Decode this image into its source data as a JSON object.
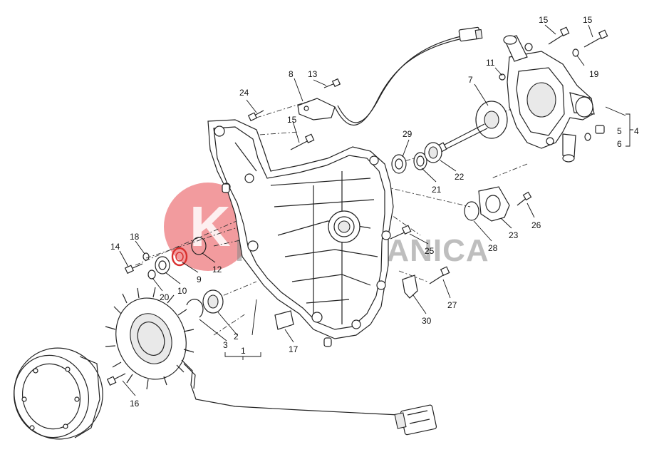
{
  "diagram": {
    "watermark": {
      "text": "KIAMECCANICA",
      "logo_letter": "K",
      "circle_color": "#e8484f",
      "text_color": "#8a8a8a"
    },
    "callouts": {
      "c1": "1",
      "c2": "2",
      "c3": "3",
      "c4": "4",
      "c5": "5",
      "c6": "6",
      "c7": "7",
      "c8": "8",
      "c9": "9",
      "c10": "10",
      "c11": "11",
      "c12": "12",
      "c13": "13",
      "c14": "14",
      "c15a": "15",
      "c15b": "15",
      "c15c": "15",
      "c16": "16",
      "c17": "17",
      "c18": "18",
      "c19": "19",
      "c20": "20",
      "c21": "21",
      "c22": "22",
      "c23": "23",
      "c24": "24",
      "c25": "25",
      "c26": "26",
      "c27": "27",
      "c28": "28",
      "c29": "29",
      "c30": "30"
    },
    "highlight_color": "#d9302f"
  }
}
